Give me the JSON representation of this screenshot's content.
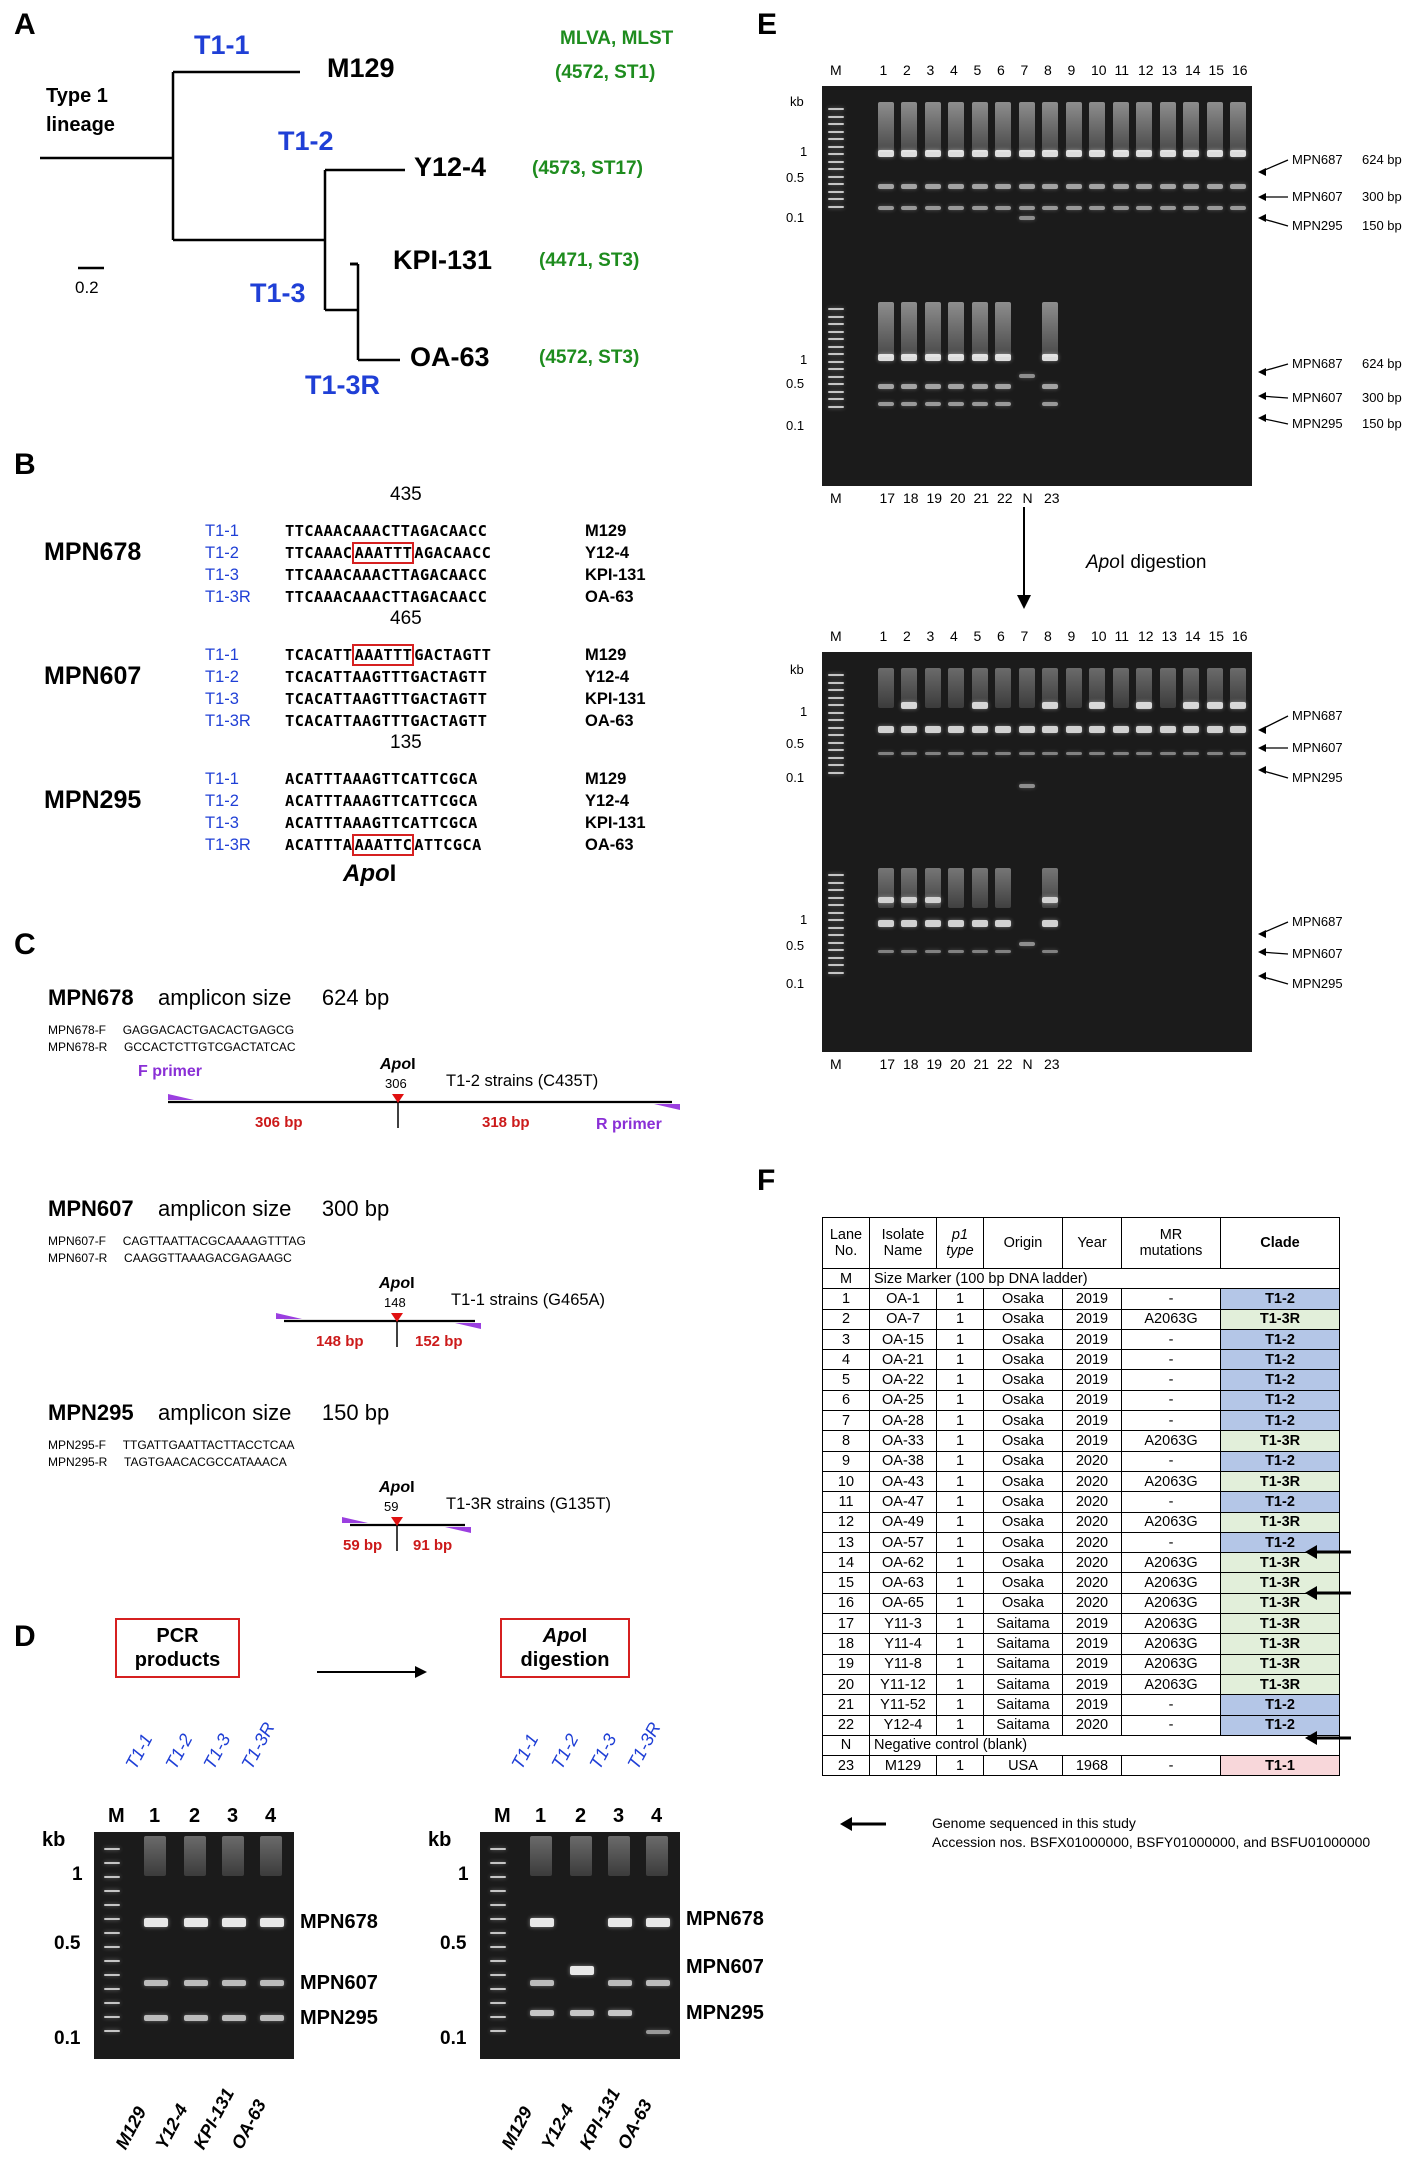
{
  "panels": {
    "A": "A",
    "B": "B",
    "C": "C",
    "D": "D",
    "E": "E",
    "F": "F"
  },
  "panelA": {
    "lineage": "Type 1\nlineage",
    "scale": "0.2",
    "header": "MLVA, MLST",
    "clades": [
      "T1-1",
      "T1-2",
      "T1-3",
      "T1-3R"
    ],
    "strains": [
      {
        "name": "M129",
        "info": "(4572, ST1)"
      },
      {
        "name": "Y12-4",
        "info": "(4573, ST17)"
      },
      {
        "name": "KPI-131",
        "info": "(4471, ST3)"
      },
      {
        "name": "OA-63",
        "info": "(4572, ST3)"
      }
    ]
  },
  "panelB": {
    "enzyme": "ApoI",
    "genes": [
      {
        "gene": "MPN678",
        "pos": "435",
        "rows": [
          {
            "clade": "T1-1",
            "pre": "TTCAAACAAACTTAGACAACC",
            "box": "",
            "post": "",
            "strain": "M129"
          },
          {
            "clade": "T1-2",
            "pre": "TTCAAAC",
            "box": "AAATTT",
            "post": "AGACAACC",
            "strain": "Y12-4"
          },
          {
            "clade": "T1-3",
            "pre": "TTCAAACAAACTTAGACAACC",
            "box": "",
            "post": "",
            "strain": "KPI-131"
          },
          {
            "clade": "T1-3R",
            "pre": "TTCAAACAAACTTAGACAACC",
            "box": "",
            "post": "",
            "strain": "OA-63"
          }
        ]
      },
      {
        "gene": "MPN607",
        "pos": "465",
        "rows": [
          {
            "clade": "T1-1",
            "pre": "TCACATT",
            "box": "AAATTT",
            "post": "GACTAGTT",
            "strain": "M129"
          },
          {
            "clade": "T1-2",
            "pre": "TCACATTAAGTTTGACTAGTT",
            "box": "",
            "post": "",
            "strain": "Y12-4"
          },
          {
            "clade": "T1-3",
            "pre": "TCACATTAAGTTTGACTAGTT",
            "box": "",
            "post": "",
            "strain": "KPI-131"
          },
          {
            "clade": "T1-3R",
            "pre": "TCACATTAAGTTTGACTAGTT",
            "box": "",
            "post": "",
            "strain": "OA-63"
          }
        ]
      },
      {
        "gene": "MPN295",
        "pos": "135",
        "rows": [
          {
            "clade": "T1-1",
            "pre": "ACATTTAAAGTTCATTCGCA",
            "box": "",
            "post": "",
            "strain": "M129"
          },
          {
            "clade": "T1-2",
            "pre": "ACATTTAAAGTTCATTCGCA",
            "box": "",
            "post": "",
            "strain": "Y12-4"
          },
          {
            "clade": "T1-3",
            "pre": "ACATTTAAAGTTCATTCGCA",
            "box": "",
            "post": "",
            "strain": "KPI-131"
          },
          {
            "clade": "T1-3R",
            "pre": "ACATTTA",
            "box": "AAATTC",
            "post": "ATTCGCA",
            "strain": "OA-63"
          }
        ]
      }
    ]
  },
  "panelC": {
    "amplicon_label": "amplicon size",
    "enzyme": "ApoI",
    "f_primer": "F primer",
    "r_primer": "R primer",
    "genes": [
      {
        "gene": "MPN678",
        "size": "624 bp",
        "primerF": "MPN678-F",
        "seqF": "GAGGACACTGACACTGAGCG",
        "primerR": "MPN678-R",
        "seqR": "GCCACTCTTGTCGACTATCAC",
        "site": "306",
        "strains": "T1-2 strains (C435T)",
        "left": "306 bp",
        "right": "318 bp"
      },
      {
        "gene": "MPN607",
        "size": "300 bp",
        "primerF": "MPN607-F",
        "seqF": "CAGTTAATTACGCAAAAGTTTAG",
        "primerR": "MPN607-R",
        "seqR": "CAAGGTTAAAGACGAGAAGC",
        "site": "148",
        "strains": "T1-1 strains (G465A)",
        "left": "148 bp",
        "right": "152 bp"
      },
      {
        "gene": "MPN295",
        "size": "150 bp",
        "primerF": "MPN295-F",
        "seqF": "TTGATTGAATTACTTACCTCAA",
        "primerR": "MPN295-R",
        "seqR": "TAGTGAACACGCCATAAACA",
        "site": "59",
        "strains": "T1-3R strains (G135T)",
        "left": "59 bp",
        "right": "91 bp"
      }
    ]
  },
  "panelD": {
    "pcr_label": "PCR\nproducts",
    "dig_label": "ApoI\ndigestion",
    "kb": "kb",
    "marker": "M",
    "lanes": [
      "1",
      "2",
      "3",
      "4"
    ],
    "clades": [
      "T1-1",
      "T1-2",
      "T1-3",
      "T1-3R"
    ],
    "strains": [
      "M129",
      "Y12-4",
      "KPI-131",
      "OA-63"
    ],
    "ladder": [
      "1",
      "0.5",
      "0.1"
    ],
    "bands": [
      "MPN678",
      "MPN607",
      "MPN295"
    ]
  },
  "panelE": {
    "digestion": "ApoI digestion",
    "kb": "kb",
    "top_lanes": [
      "M",
      "1",
      "2",
      "3",
      "4",
      "5",
      "6",
      "7",
      "8",
      "9",
      "10",
      "11",
      "12",
      "13",
      "14",
      "15",
      "16"
    ],
    "bottom_lanes": [
      "M",
      "17",
      "18",
      "19",
      "20",
      "21",
      "22",
      "N",
      "23"
    ],
    "ladder": [
      "1",
      "0.5",
      "0.1"
    ],
    "pcr_bands": [
      {
        "name": "MPN687",
        "size": "624 bp"
      },
      {
        "name": "MPN607",
        "size": "300 bp"
      },
      {
        "name": "MPN295",
        "size": "150 bp"
      }
    ],
    "dig_bands": [
      "MPN687",
      "MPN607",
      "MPN295"
    ]
  },
  "panelF": {
    "headers": [
      "Lane\nNo.",
      "Isolate\nName",
      "p1\ntype",
      "Origin",
      "Year",
      "MR\nmutations",
      "Clade"
    ],
    "marker_row": [
      "M",
      "Size Marker  (100 bp DNA ladder)"
    ],
    "rows": [
      [
        "1",
        "OA-1",
        "1",
        "Osaka",
        "2019",
        "-",
        "T1-2"
      ],
      [
        "2",
        "OA-7",
        "1",
        "Osaka",
        "2019",
        "A2063G",
        "T1-3R"
      ],
      [
        "3",
        "OA-15",
        "1",
        "Osaka",
        "2019",
        "-",
        "T1-2"
      ],
      [
        "4",
        "OA-21",
        "1",
        "Osaka",
        "2019",
        "-",
        "T1-2"
      ],
      [
        "5",
        "OA-22",
        "1",
        "Osaka",
        "2019",
        "-",
        "T1-2"
      ],
      [
        "6",
        "OA-25",
        "1",
        "Osaka",
        "2019",
        "-",
        "T1-2"
      ],
      [
        "7",
        "OA-28",
        "1",
        "Osaka",
        "2019",
        "-",
        "T1-2"
      ],
      [
        "8",
        "OA-33",
        "1",
        "Osaka",
        "2019",
        "A2063G",
        "T1-3R"
      ],
      [
        "9",
        "OA-38",
        "1",
        "Osaka",
        "2020",
        "-",
        "T1-2"
      ],
      [
        "10",
        "OA-43",
        "1",
        "Osaka",
        "2020",
        "A2063G",
        "T1-3R"
      ],
      [
        "11",
        "OA-47",
        "1",
        "Osaka",
        "2020",
        "-",
        "T1-2"
      ],
      [
        "12",
        "OA-49",
        "1",
        "Osaka",
        "2020",
        "A2063G",
        "T1-3R"
      ],
      [
        "13",
        "OA-57",
        "1",
        "Osaka",
        "2020",
        "-",
        "T1-2"
      ],
      [
        "14",
        "OA-62",
        "1",
        "Osaka",
        "2020",
        "A2063G",
        "T1-3R"
      ],
      [
        "15",
        "OA-63",
        "1",
        "Osaka",
        "2020",
        "A2063G",
        "T1-3R"
      ],
      [
        "16",
        "OA-65",
        "1",
        "Osaka",
        "2020",
        "A2063G",
        "T1-3R"
      ],
      [
        "17",
        "Y11-3",
        "1",
        "Saitama",
        "2019",
        "A2063G",
        "T1-3R"
      ],
      [
        "18",
        "Y11-4",
        "1",
        "Saitama",
        "2019",
        "A2063G",
        "T1-3R"
      ],
      [
        "19",
        "Y11-8",
        "1",
        "Saitama",
        "2019",
        "A2063G",
        "T1-3R"
      ],
      [
        "20",
        "Y11-12",
        "1",
        "Saitama",
        "2019",
        "A2063G",
        "T1-3R"
      ],
      [
        "21",
        "Y11-52",
        "1",
        "Saitama",
        "2019",
        "-",
        "T1-2"
      ],
      [
        "22",
        "Y12-4",
        "1",
        "Saitama",
        "2020",
        "-",
        "T1-2"
      ]
    ],
    "neg_row": [
      "N",
      "Negative control (blank)"
    ],
    "last_row": [
      "23",
      "M129",
      "1",
      "USA",
      "1968",
      "-",
      "T1-1"
    ],
    "legend": "Genome sequenced in this study",
    "accession": "Accession nos. BSFX01000000, BSFY01000000, and BSFU01000000"
  }
}
